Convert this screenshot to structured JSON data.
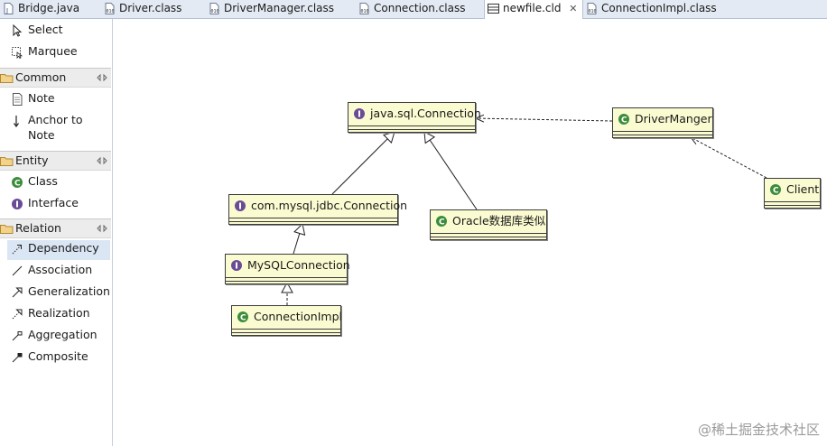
{
  "tabs": [
    {
      "label": "Bridge.java",
      "icon": "java-file-icon"
    },
    {
      "label": "Driver.class",
      "icon": "class-file-icon"
    },
    {
      "label": "DriverManager.class",
      "icon": "class-file-icon"
    },
    {
      "label": "Connection.class",
      "icon": "class-file-icon"
    },
    {
      "label": "newfile.cld",
      "icon": "diagram-file-icon",
      "close": "✕",
      "active": true
    },
    {
      "label": "ConnectionImpl.class",
      "icon": "class-file-icon"
    }
  ],
  "palette": {
    "tools": [
      {
        "label": "Select",
        "icon": "select-arrow-icon"
      },
      {
        "label": "Marquee",
        "icon": "marquee-icon"
      }
    ],
    "groups": {
      "common": {
        "title": "Common",
        "items": [
          {
            "label": "Note",
            "icon": "note-icon"
          },
          {
            "label": "Anchor to Note",
            "icon": "anchor-icon"
          }
        ]
      },
      "entity": {
        "title": "Entity",
        "items": [
          {
            "label": "Class",
            "icon": "class-icon"
          },
          {
            "label": "Interface",
            "icon": "interface-icon"
          }
        ]
      },
      "relation": {
        "title": "Relation",
        "items": [
          {
            "label": "Dependency",
            "icon": "dependency-icon",
            "selected": true
          },
          {
            "label": "Association",
            "icon": "association-icon"
          },
          {
            "label": "Generalization",
            "icon": "generalization-icon"
          },
          {
            "label": "Realization",
            "icon": "realization-icon"
          },
          {
            "label": "Aggregation",
            "icon": "aggregation-icon"
          },
          {
            "label": "Composite",
            "icon": "composite-icon"
          }
        ]
      }
    }
  },
  "diagram": {
    "nodes": {
      "connection": {
        "name": "java.sql.Connection",
        "kind": "interface"
      },
      "driverManger": {
        "name": "DriverManger",
        "kind": "class"
      },
      "client": {
        "name": "Client",
        "kind": "class"
      },
      "mysqlConnection": {
        "name": "com.mysql.jdbc.Connection",
        "kind": "interface"
      },
      "oracle": {
        "name": "Oracle数据库类似",
        "kind": "class"
      },
      "mySQLConnection": {
        "name": "MySQLConnection",
        "kind": "interface"
      },
      "connectionImpl": {
        "name": "ConnectionImpl",
        "kind": "class"
      }
    },
    "relations": [
      {
        "from": "DriverManger",
        "to": "java.sql.Connection",
        "type": "dependency"
      },
      {
        "from": "Client",
        "to": "DriverManger",
        "type": "dependency"
      },
      {
        "from": "com.mysql.jdbc.Connection",
        "to": "java.sql.Connection",
        "type": "generalization"
      },
      {
        "from": "Oracle数据库类似",
        "to": "java.sql.Connection",
        "type": "generalization"
      },
      {
        "from": "MySQLConnection",
        "to": "com.mysql.jdbc.Connection",
        "type": "generalization"
      },
      {
        "from": "ConnectionImpl",
        "to": "MySQLConnection",
        "type": "realization"
      }
    ]
  },
  "colors": {
    "node_fill": "#fbfbd2",
    "class_icon": "#3c8c3c",
    "interface_icon": "#6a4c96",
    "selection": "#dbe6f4"
  },
  "watermark": "@稀土掘金技术社区"
}
